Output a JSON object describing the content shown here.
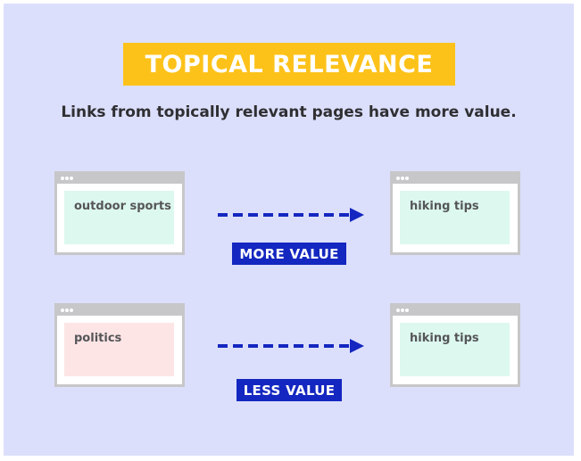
{
  "title": "TOPICAL RELEVANCE",
  "subtitle": "Links from topically relevant pages have more value.",
  "colors": {
    "background": "#dcdffb",
    "title_bg": "#fdc21a",
    "tag_bg": "#1427c0",
    "arrow": "#1427c0",
    "relevant_pane": "#ddf8ee",
    "irrelevant_pane": "#fde5e6"
  },
  "rows": [
    {
      "source_label": "outdoor sports",
      "target_label": "hiking tips",
      "value_label": "MORE VALUE"
    },
    {
      "source_label": "politics",
      "target_label": "hiking tips",
      "value_label": "LESS VALUE"
    }
  ]
}
